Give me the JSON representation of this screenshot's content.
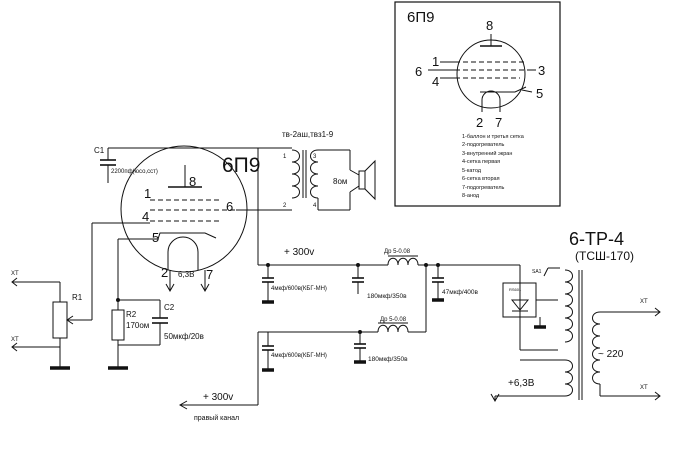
{
  "tube_main": {
    "name": "6П9",
    "pins": {
      "p1": "1",
      "p2": "2",
      "p4": "4",
      "p5": "5",
      "p6": "6",
      "p7": "7",
      "p8": "8"
    }
  },
  "pinout": {
    "title": "6П9",
    "pins": {
      "p1": "1",
      "p2": "2",
      "p3": "3",
      "p4": "4",
      "p5": "5",
      "p6": "6",
      "p7": "7",
      "p8": "8"
    },
    "legend": [
      "1-баллон и третья сетка",
      "2-подогреватель",
      "3-внутренний экран",
      "4-сетка первая",
      "5-катод",
      "6-сетка вторая",
      "7-подогреватель",
      "8-анод"
    ]
  },
  "output_transformer": {
    "label": "тв-2аш,твз1-9",
    "pins": [
      "1",
      "2",
      "3",
      "4"
    ],
    "speaker": "8ом"
  },
  "components": {
    "c1_name": "C1",
    "c1_value": "2200пф(юсо,сст)",
    "r1_name": "R1",
    "r2_name": "R2",
    "r2_value": "170ом",
    "c2_name": "C2",
    "c2_value": "50мкф/20в",
    "heater_label": "6,3В",
    "input_top": "XT",
    "input_bottom": "XT"
  },
  "power_supply": {
    "b_plus_top": "+ 300v",
    "cap1_top": "4мкф/600в(КБГ-МН)",
    "choke_top": "Др 5-0.08",
    "cap2_top": "180мкф/350в",
    "cap3": "47мкф/400в",
    "cap1_bottom": "4мкф/600в(КБГ-МН)",
    "choke_bottom": "Др 5-0.08",
    "cap2_bottom": "180мкф/350в",
    "heater_out": "+6,3В",
    "b_plus_bottom": "+ 300v",
    "right_channel": "правый канал",
    "bridge_label": "RS601",
    "switch_label": "SA1"
  },
  "power_transformer": {
    "name": "6-ТР-4",
    "subname": "(ТСШ-170)",
    "mains": "~ 220",
    "xt_top": "XT",
    "xt_bottom": "XT"
  }
}
